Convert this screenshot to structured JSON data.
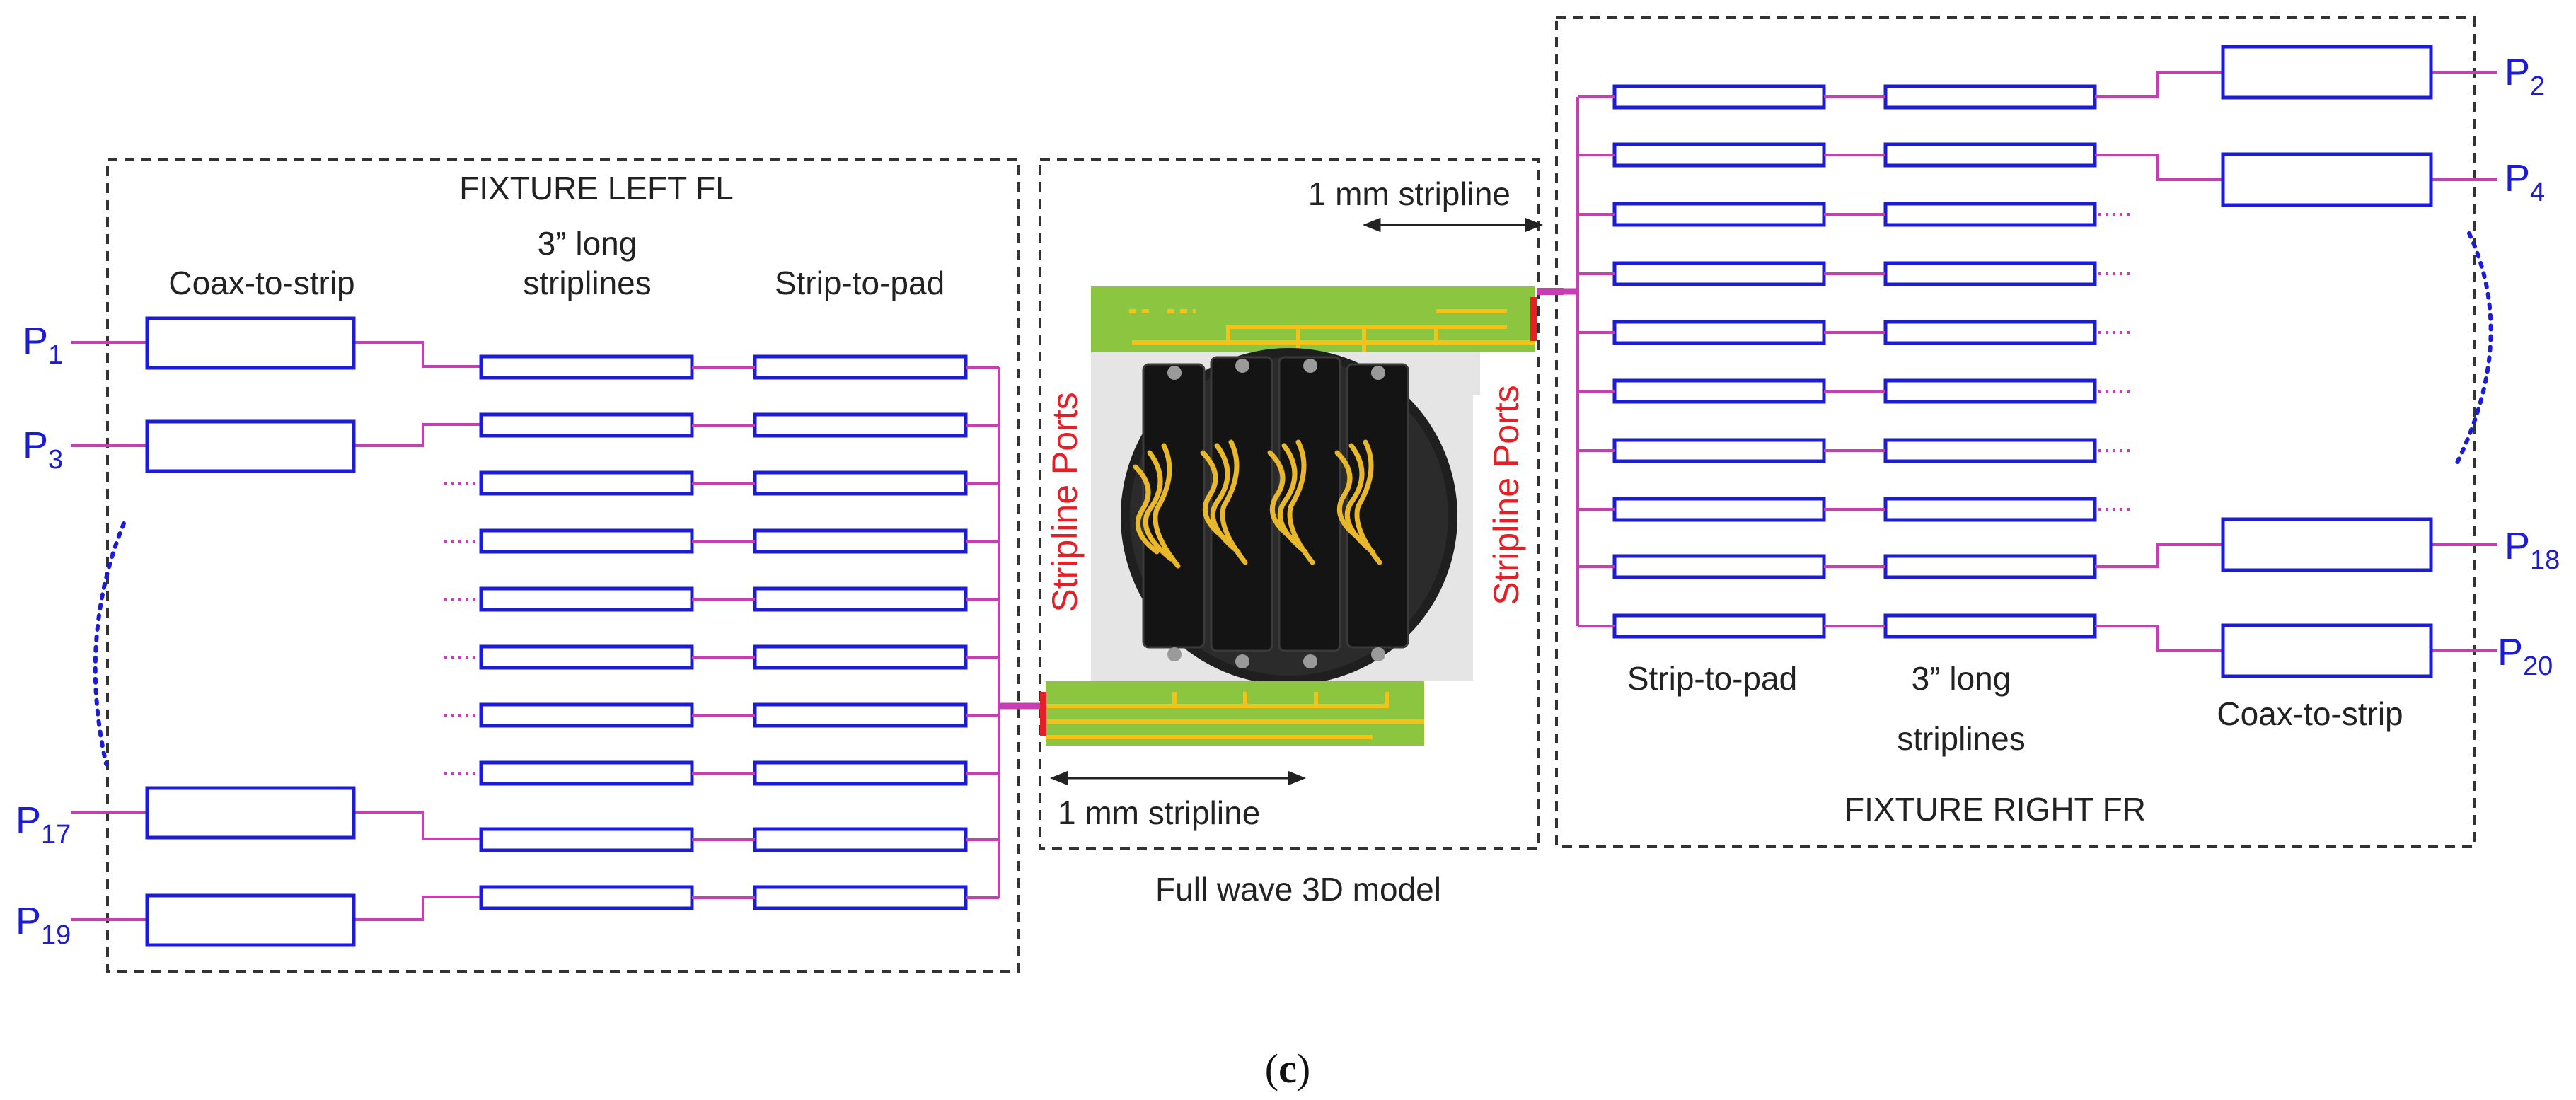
{
  "colors": {
    "box_stroke": "#1c1cd6",
    "wire": "#c83cb4",
    "port_text": "#1c1cd6",
    "frame": "#333333",
    "board_green": "#8cc640",
    "trace_yellow": "#f5c21a",
    "port_red": "#e81e25"
  },
  "left": {
    "title": "FIXTURE LEFT FL",
    "col_coax": "Coax-to-strip",
    "col_long_1": "3” long",
    "col_long_2": "striplines",
    "col_pad": "Strip-to-pad",
    "ports": [
      {
        "p": "P",
        "n": "1"
      },
      {
        "p": "P",
        "n": "3"
      },
      {
        "p": "P",
        "n": "17"
      },
      {
        "p": "P",
        "n": "19"
      }
    ]
  },
  "center": {
    "top_label": "1 mm stripline",
    "bottom_label": "1 mm stripline",
    "ports_left": "Stripline Ports",
    "ports_right": "Stripline Ports",
    "model_label": "Full wave 3D model"
  },
  "right": {
    "title": "FIXTURE RIGHT FR",
    "col_pad": "Strip-to-pad",
    "col_long_1": "3” long",
    "col_long_2": "striplines",
    "col_coax": "Coax-to-strip",
    "ports": [
      {
        "p": "P",
        "n": "2"
      },
      {
        "p": "P",
        "n": "4"
      },
      {
        "p": "P",
        "n": "18"
      },
      {
        "p": "P",
        "n": "20"
      }
    ]
  },
  "caption": {
    "open": "(",
    "letter": "c",
    "close": ")"
  }
}
